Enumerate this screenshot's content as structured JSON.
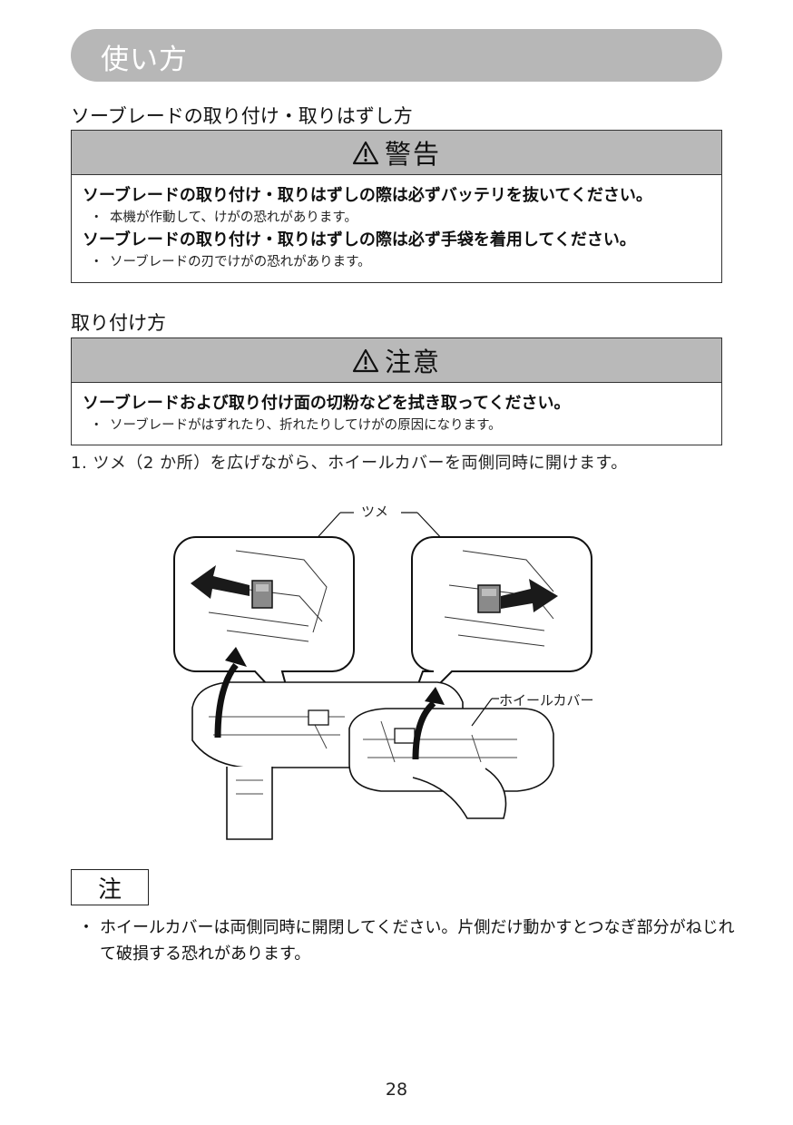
{
  "header": {
    "title": "使い方"
  },
  "section": {
    "title": "ソーブレードの取り付け・取りはずし方"
  },
  "warning": {
    "label": "警告",
    "items": [
      {
        "main": "ソーブレードの取り付け・取りはずしの際は必ずバッテリを抜いてください。",
        "sub": "本機が作動して、けがの恐れがあります。"
      },
      {
        "main": "ソーブレードの取り付け・取りはずしの際は必ず手袋を着用してください。",
        "sub": "ソーブレードの刃でけがの恐れがあります。"
      }
    ]
  },
  "attach": {
    "title": "取り付け方",
    "caution": {
      "label": "注意",
      "items": [
        {
          "main": "ソーブレードおよび取り付け面の切粉などを拭き取ってください。",
          "sub": "ソーブレードがはずれたり、折れたりしてけがの原因になります。"
        }
      ]
    },
    "step1": "1.  ツメ（2 か所）を広げながら、ホイールカバーを両側同時に開けます。"
  },
  "figure": {
    "label_tsume": "ツメ",
    "label_wheel_cover": "ホイールカバー"
  },
  "note": {
    "label": "注",
    "bullet": "・",
    "text": "ホイールカバーは両側同時に開閉してください。片側だけ動かすとつなぎ部分がねじれて破損する恐れがあります。"
  },
  "page_number": "28",
  "icons": {
    "warning": "warning-triangle-icon"
  }
}
